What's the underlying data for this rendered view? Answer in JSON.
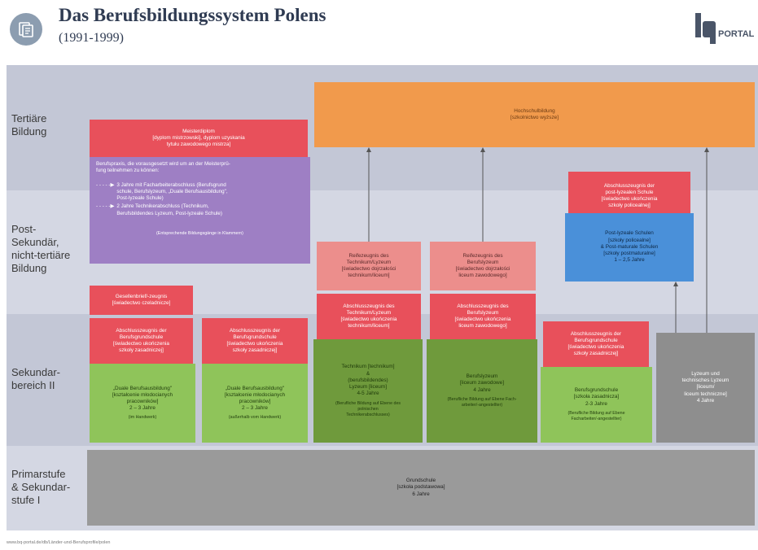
{
  "header": {
    "title": "Das Berufsbildungssystem Polens",
    "subtitle": "(1991-1999)",
    "logo_text": "PORTAL"
  },
  "bands": [
    {
      "label": "Tertiäre\nBildung",
      "color": "#c3c7d6"
    },
    {
      "label": "Post-\nSekundär,\nnicht-tertiäre\nBildung",
      "color": "#d4d7e3"
    },
    {
      "label": "Sekundar-\nbereich II",
      "color": "#c3c7d6"
    },
    {
      "label": "Primarstufe\n& Sekundar-\nstufe I",
      "color": "#d4d7e3"
    }
  ],
  "boxes": {
    "hochschule": "Hochschulbildung\n[szkolnictwo wyższe]",
    "meisterdiplom": "Meisterdiplom\n[dyplom mistrzowski], dyplom uzyskania\ntytułu zawodowego mistrza]",
    "meister_text": {
      "intro": "Berufspraxis, die vorausgesetzt wird um an der Meisterprü-\nfung teilnehmen zu können:",
      "item1": "3 Jahre mit Facharbeiterabschluss (Berufsgrund\nschule, Berufslyzeum, „Duale Berufsausbildung\",\nPost-lyzeale Schule)",
      "item2": "2 Jahre Technikerabschluss (Technikum,\nBerufsbildendes Lyzeum, Post-lyzeale Schule)",
      "note": "(Entsprechende Bildungsgänge in Klammern)"
    },
    "abschluss_postlyzeal": "Abschlusszeugnis der\npost-lyzealen Schule\n[świadectwo ukończenia\nszkoły policealnej]",
    "postlyzeal": "Post-lyzeale Schulen\n[szkoły policealne]\n& Post-maturale Schulen\n[szkoły postmaturalne]\n1 – 2,5 Jahre",
    "reife_technikum": "Reifezeugnis des\nTechnikum/Lyzeum\n[świadectwo dojrzałości\ntechnikum/liceum]",
    "reife_berufslyzeum": "Reifezeugnis des\nBerufslyzeum\n[świadectwo dojrzałości\nliceum zawodowego]",
    "geselle": "Gesellenbrief/-zeugnis\n[świadectwo czeladnicze]",
    "abschluss_tech": "Abschlusszeugnis des\nTechnikum/Lyzeum\n[świadectwo ukończenia\ntechnikum/liceum]",
    "abschluss_berufslyzeum": "Abschlusszeugnis des\nBerufslyzeum\n[świadectwo ukończenia\nliceum zawodowego]",
    "abschluss_bgs1": "Abschlusszeugnis der\nBerufsgrundschule\n[świadectwo ukończenia\nszkoły zasadniczej]",
    "abschluss_bgs2": "Abschlusszeugnis der\nBerufsgrundschule\n[świadectwo ukończenia\nszkoły zasadniczej]",
    "abschluss_bgs3": "Abschlusszeugnis der\nBerufsgrundschule\n[świadectwo ukończenia\nszkoły zasadniczej]",
    "duale1": {
      "main": "„Duale Berufsausbildung\"\n[kształcenie młodocianych\npracowników]\n2 – 3 Jahre",
      "note": "(im Handwerk)"
    },
    "duale2": {
      "main": "„Duale Berufsausbildung\"\n[kształcenie młodocianych\npracowników]\n2 – 3 Jahre",
      "note": "(außerhalb vom Handwerk)"
    },
    "technikum": {
      "main": "Technikum [technikum]\n&\n(berufsbildendes)\nLyzeum [liceum]\n4-5 Jahre",
      "note": "(Berufliche Bildung auf Ebene des\npolnischen\nTechnikerabschlusses)"
    },
    "berufslyzeum": {
      "main": "Berufslyzeum\n[liceum zawodowe]\n4 Jahre",
      "note": "(Berufliche Bildung auf Ebene Fach-\narbeiter/-angestellter)"
    },
    "berufsgrundschule": {
      "main": "Berufsgrundschule\n[szkoła zasadnicza]\n2-3 Jahre",
      "note": "(Berufliche Bildung auf Ebene\nFacharbeiter/-angestellter)"
    },
    "lyzeum": "Lyzeum und\ntechnisches Lyzeum\n[liceum/\nliceum techniczne]\n4 Jahre",
    "grundschule": "Grundschule\n[szkoła podstawowa]\n6 Jahre"
  },
  "footer": "www.bq-portal.de/db/Länder-und-Berufsprofile/polen"
}
